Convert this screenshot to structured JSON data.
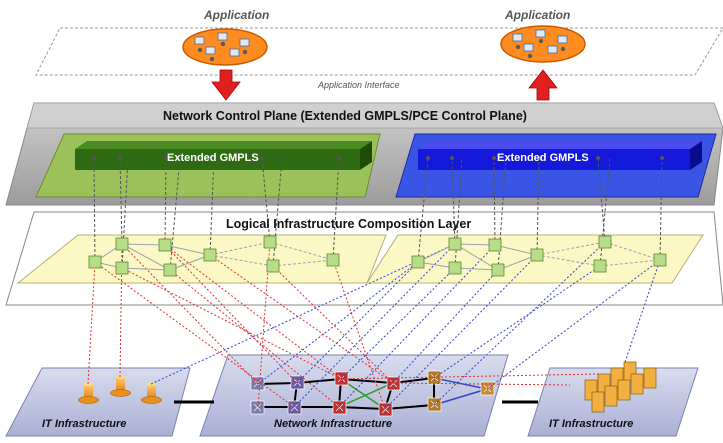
{
  "application": {
    "left_label": "Application",
    "right_label": "Application",
    "interface_label": "Application Interface"
  },
  "control_plane": {
    "title": "Network Control Plane (Extended GMPLS/PCE Control Plane)",
    "left_block": "Extended GMPLS",
    "right_block": "Extended GMPLS"
  },
  "composition_layer": {
    "title": "Logical Infrastructure Composition Layer"
  },
  "infrastructure": {
    "left_label": "IT Infrastructure",
    "center_label": "Network Infrastructure",
    "right_label": "IT Infrastructure"
  },
  "colors": {
    "left_domain": "#9bc15a",
    "left_block": "#2e6a12",
    "right_domain": "#3a55e6",
    "right_block": "#1418d8",
    "arrow": "#e02020",
    "red_link": "#e03030",
    "blue_link": "#3344cc",
    "composition_fill": "#fbf8c6"
  }
}
